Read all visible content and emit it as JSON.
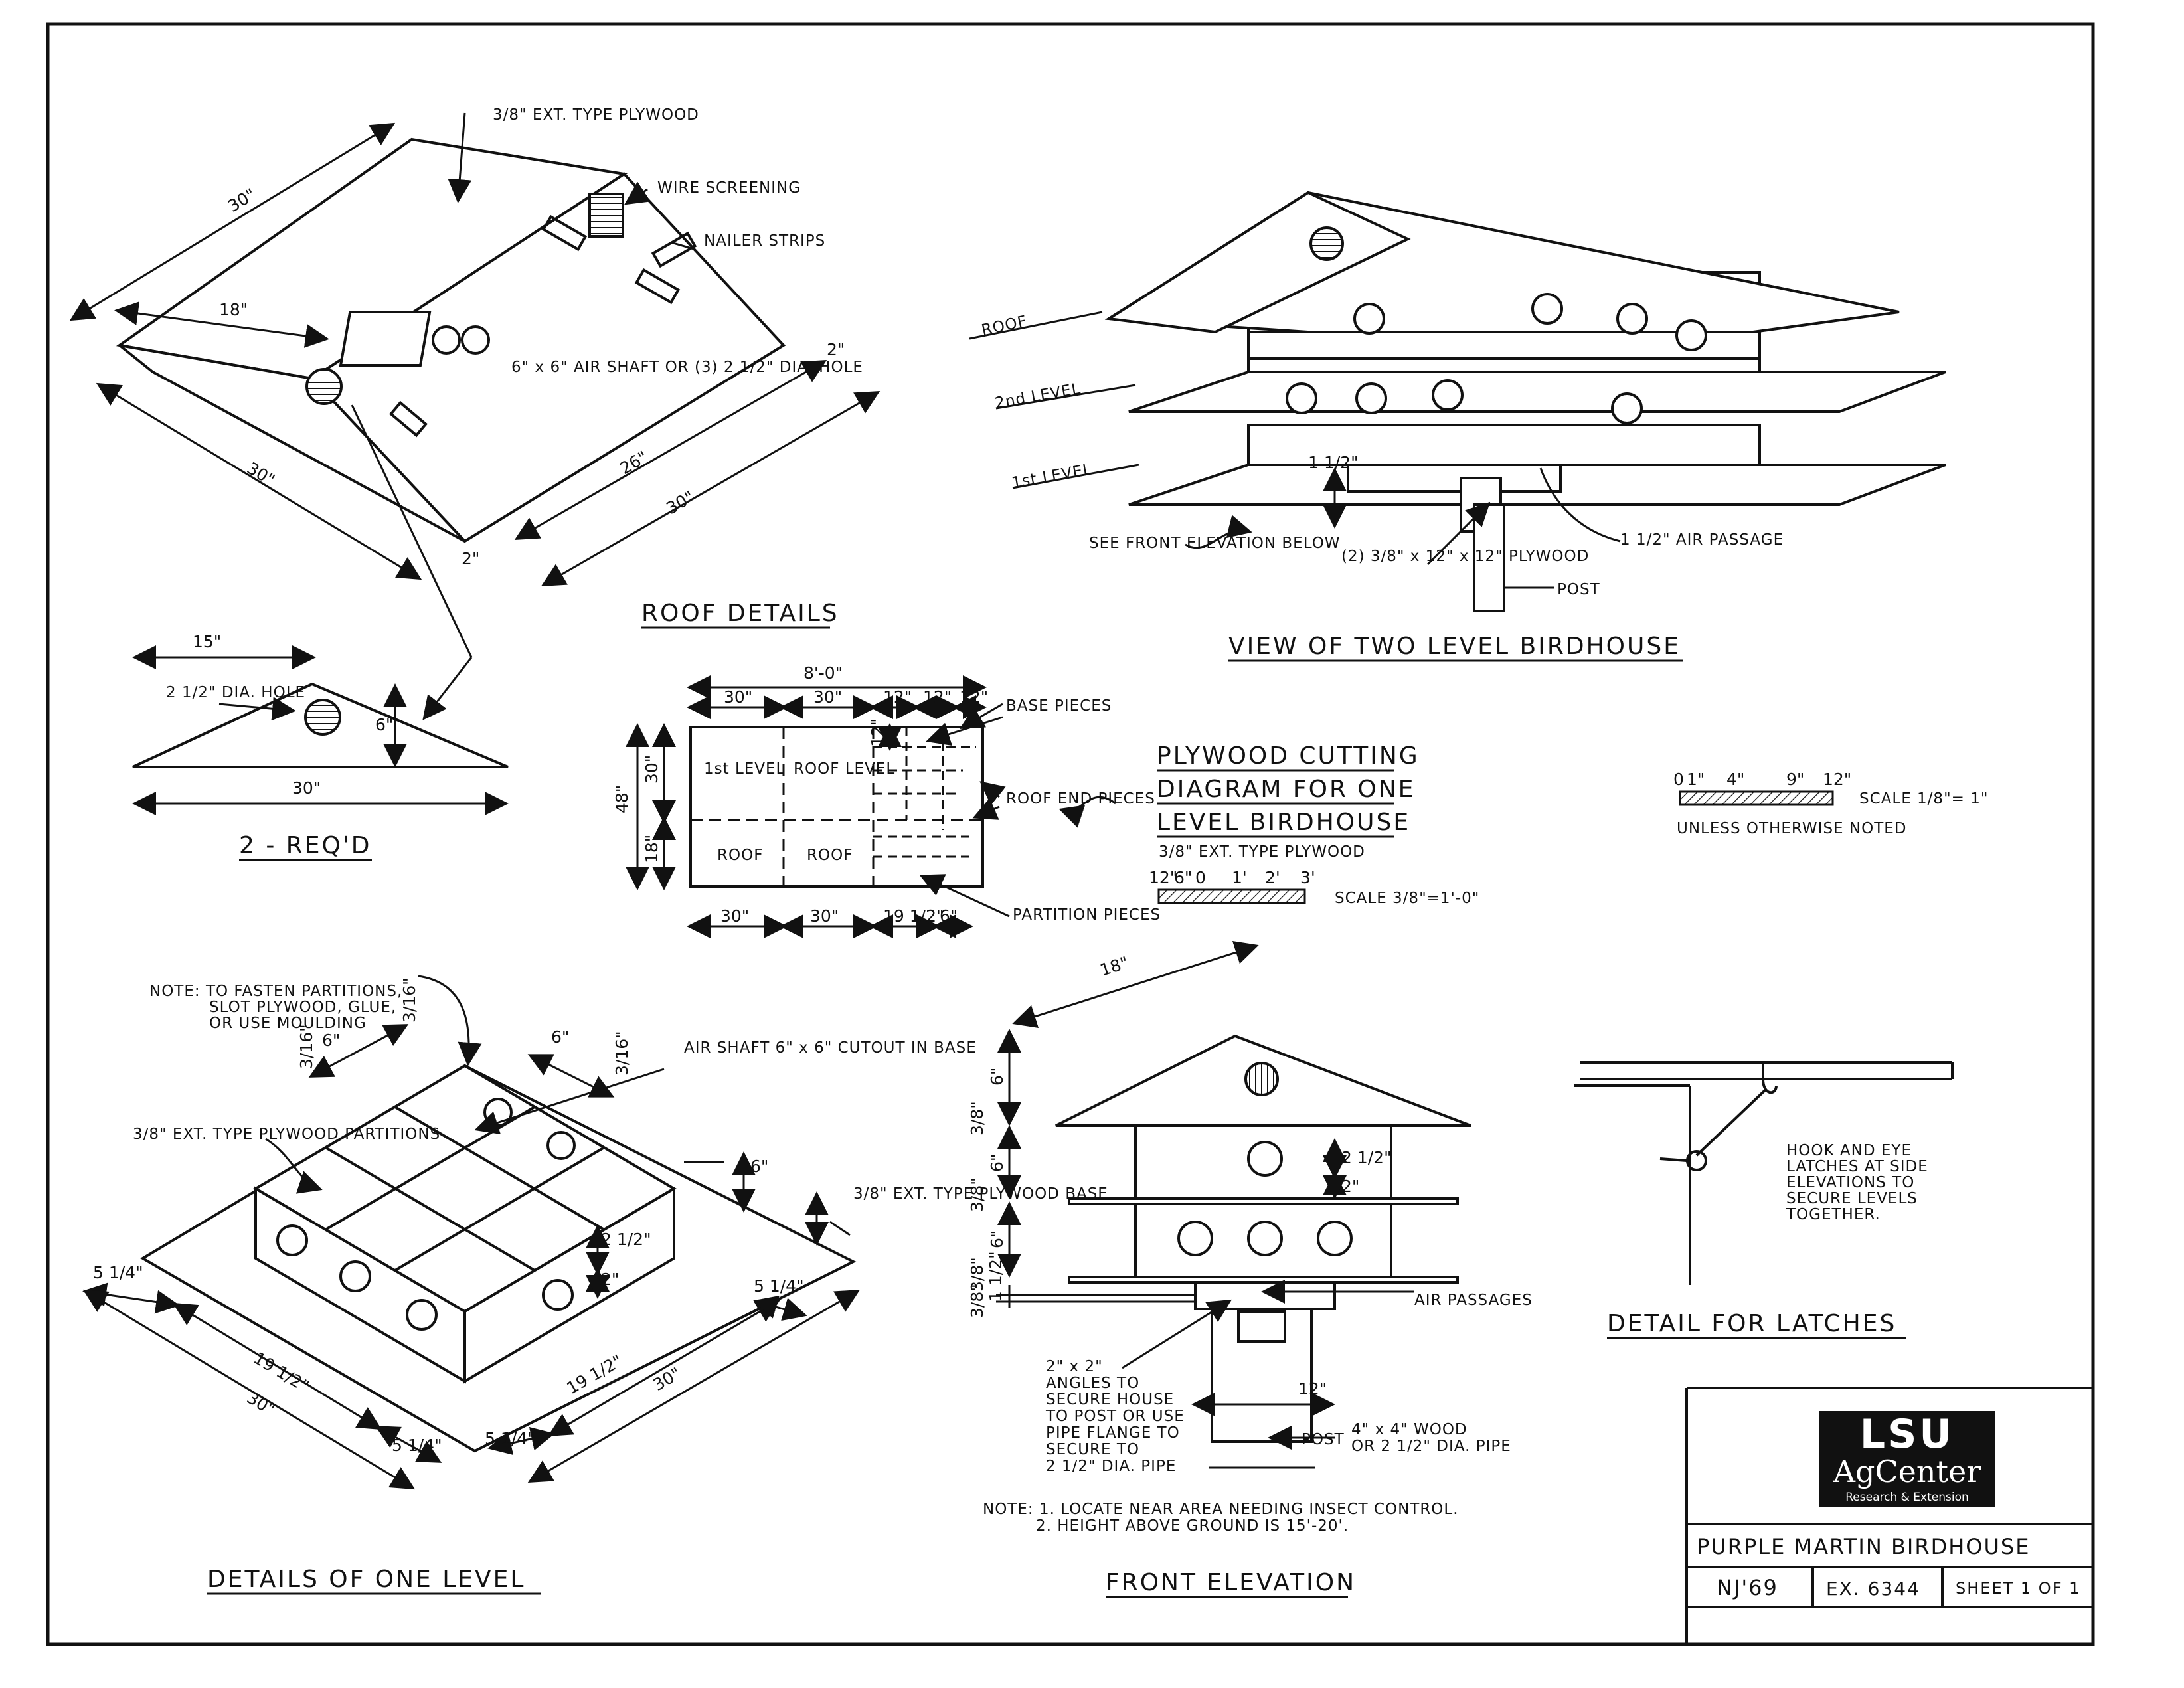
{
  "roof_details": {
    "title": "ROOF DETAILS",
    "material": "3/8\" EXT. TYPE PLYWOOD",
    "wire_screening": "WIRE SCREENING",
    "nailer_strips": "NAILER STRIPS",
    "air_shaft": "6\" x 6\" AIR SHAFT OR (3) 2 1/2\" DIA. HOLE",
    "dims": {
      "top": "30\"",
      "inner": "18\"",
      "left": "30\"",
      "side_26": "26\"",
      "side_30": "30\"",
      "overhang_a": "2\"",
      "overhang_b": "2\""
    }
  },
  "gable_end": {
    "title": "2 - REQ'D",
    "hole": "2 1/2\" DIA. HOLE",
    "dims": {
      "half": "15\"",
      "height": "6\"",
      "base": "30\""
    }
  },
  "two_level_view": {
    "title": "VIEW OF TWO LEVEL BIRDHOUSE",
    "labels": {
      "roof": "ROOF",
      "second": "2nd LEVEL",
      "first": "1st LEVEL",
      "see_front": "SEE FRONT ELEVATION BELOW",
      "plywood": "(2) 3/8\" x 12\" x 12\" PLYWOOD",
      "air_passage": "1 1/2\" AIR PASSAGE",
      "post": "POST",
      "dim_1_5": "1 1/2\""
    }
  },
  "cutting_diagram": {
    "title_lines": [
      "PLYWOOD CUTTING",
      "DIAGRAM FOR ONE",
      "LEVEL BIRDHOUSE"
    ],
    "material": "3/8\" EXT. TYPE PLYWOOD",
    "overall": "8'-0\"",
    "top_dims": [
      "30\"",
      "30\"",
      "12\"",
      "12\"",
      "12\""
    ],
    "bottom_dims": [
      "30\"",
      "30\"",
      "19 1/2\"",
      "6\""
    ],
    "side_dims": {
      "total": "48\"",
      "upper": "30\"",
      "lower": "18\"",
      "small": "12\""
    },
    "cells": [
      "1st LEVEL",
      "ROOF LEVEL",
      "ROOF",
      "ROOF"
    ],
    "callouts": {
      "base": "BASE PIECES",
      "roof_end": "ROOF END PIECES",
      "partition": "PARTITION PIECES"
    },
    "scale": {
      "ticks": [
        "12\"",
        "6\"",
        "0",
        "1'",
        "2'",
        "3'"
      ],
      "text": "SCALE   3/8\"=1'-0\""
    }
  },
  "general_scale": {
    "ticks": [
      "0",
      "1\"",
      "4\"",
      "9\"",
      "12\""
    ],
    "text": "SCALE   1/8\"= 1\"",
    "note": "UNLESS OTHERWISE NOTED"
  },
  "one_level": {
    "title": "DETAILS OF ONE LEVEL",
    "note": [
      "NOTE: TO FASTEN PARTITIONS,",
      "SLOT PLYWOOD, GLUE,",
      "OR USE MOULDING"
    ],
    "partitions": "3/8\" EXT. TYPE PLYWOOD PARTITIONS",
    "air_shaft": "AIR SHAFT 6\" x 6\" CUTOUT IN BASE",
    "base": "3/8\" EXT. TYPE PLYWOOD BASE",
    "dims": {
      "six_a": "6\"",
      "six_b": "6\"",
      "wall": "6\"",
      "hole": "2 1/2\"",
      "sill": "2\"",
      "edge_a": "5 1/4\"",
      "edge_b": "5 1/4\"",
      "edge_c": "5 1/4\"",
      "edge_d": "5 1/4\"",
      "left_195": "19 1/2\"",
      "left_30": "30\"",
      "right_195": "19 1/2\"",
      "right_30": "30\"",
      "third_a": "3/16\"",
      "third_b": "3/16\"",
      "third_c": "3/16\""
    }
  },
  "front_elevation": {
    "title": "FRONT ELEVATION",
    "dims": {
      "roof": "18\"",
      "six_a": "6\"",
      "six_b": "6\"",
      "six_c": "6\"",
      "three8_a": "3/8\"",
      "three8_b": "3/8\"",
      "three8_c": "3/8\"",
      "three8_d": "3/8\"",
      "one_half": "1 1/2\"",
      "hole": "2 1/2\"",
      "sill": "2\"",
      "post_w": "12\""
    },
    "air_passages": "AIR PASSAGES",
    "angles": [
      "2\" x 2\"",
      "ANGLES TO",
      "SECURE HOUSE",
      "TO POST OR USE",
      "PIPE FLANGE TO",
      "SECURE TO",
      "2 1/2\" DIA. PIPE"
    ],
    "post": "POST",
    "post_spec": [
      "4\" x 4\" WOOD",
      "OR  2 1/2\" DIA. PIPE"
    ],
    "notes": [
      "NOTE: 1. LOCATE NEAR AREA NEEDING INSECT CONTROL.",
      "2. HEIGHT ABOVE GROUND IS 15'-20'."
    ]
  },
  "latch_detail": {
    "title": "DETAIL FOR LATCHES",
    "note": [
      "HOOK AND EYE",
      "LATCHES AT SIDE",
      "ELEVATIONS TO",
      "SECURE LEVELS",
      "TOGETHER."
    ]
  },
  "title_block": {
    "logo_top": "LSU",
    "logo_mid": "AgCenter",
    "logo_sub": "Research & Extension",
    "title": "PURPLE MARTIN BIRDHOUSE",
    "drawn": "NJ'69",
    "number": "EX. 6344",
    "sheet": "SHEET 1 OF 1"
  },
  "icons": [
    "wire-screen-vent-icon",
    "entrance-hole-icon",
    "hook-and-eye-latch-icon"
  ]
}
